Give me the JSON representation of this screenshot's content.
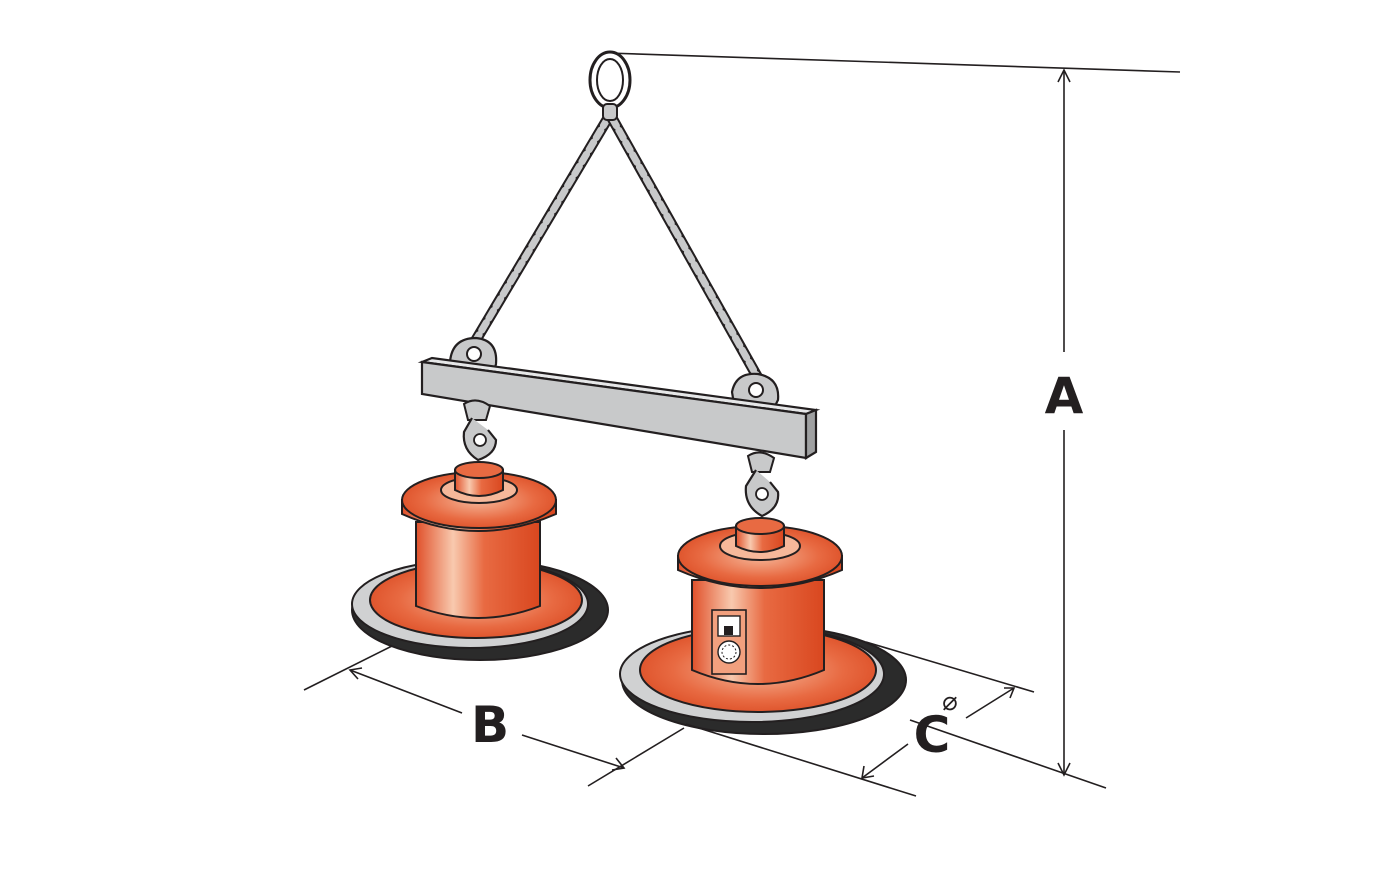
{
  "labels": {
    "height": "A",
    "spacing": "B",
    "diameter_symbol": "⌀",
    "diameter": "C"
  },
  "colors": {
    "magnet_orange": "#e4572e",
    "magnet_highlight": "#f8c9ae",
    "beam_gray": "#c8c9ca",
    "pad_gray": "#d0d1d2",
    "pad_dark": "#2b2b2b",
    "outline": "#231f20"
  }
}
